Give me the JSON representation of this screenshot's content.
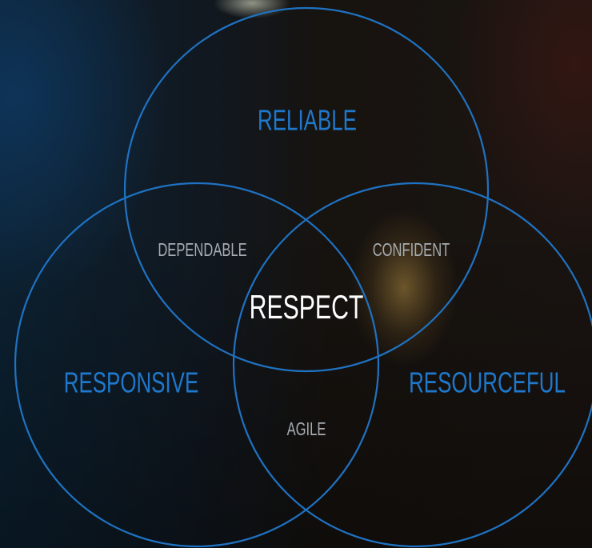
{
  "colors": {
    "circle_stroke": "#1f72c2",
    "primary_label": "#1f78cc",
    "secondary_label": "#a7acb2",
    "center_label": "#ffffff"
  },
  "labels": {
    "top": "RELIABLE",
    "left": "RESPONSIVE",
    "right": "RESOURCEFUL",
    "top_left_overlap": "DEPENDABLE",
    "top_right_overlap": "CONFIDENT",
    "bottom_overlap": "AGILE",
    "center": "RESPECT"
  }
}
